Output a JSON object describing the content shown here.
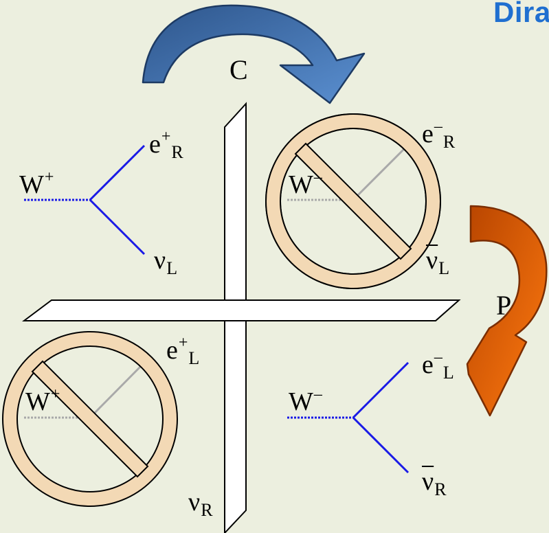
{
  "title": "Dirac",
  "operators": {
    "c": "C",
    "p": "P"
  },
  "quadrants": {
    "top_left": {
      "boson": "W",
      "boson_charge": "+",
      "upper_particle": "e",
      "upper_charge": "+",
      "upper_helicity": "R",
      "lower_particle": "ν",
      "lower_helicity": "L",
      "forbidden": false
    },
    "top_right": {
      "boson": "W",
      "boson_charge": "–",
      "upper_particle": "e",
      "upper_charge": "–",
      "upper_helicity": "R",
      "lower_particle": "ν",
      "lower_helicity": "L",
      "lower_antiparticle": true,
      "forbidden": true
    },
    "bottom_left": {
      "boson": "W",
      "boson_charge": "+",
      "upper_particle": "e",
      "upper_charge": "+",
      "upper_helicity": "L",
      "lower_particle": "ν",
      "lower_helicity": "R",
      "forbidden": true
    },
    "bottom_right": {
      "boson": "W",
      "boson_charge": "–",
      "upper_particle": "e",
      "upper_charge": "–",
      "upper_helicity": "L",
      "lower_particle": "ν",
      "lower_helicity": "R",
      "lower_antiparticle": true,
      "forbidden": false
    }
  },
  "colors": {
    "background": "#ecefdf",
    "title": "#1f6fd0",
    "fermion_line": "#1a1ae6",
    "c_arrow": "#3e6fae",
    "p_arrow": "#e0600c",
    "forbidden_ring": "#f3d9b5"
  }
}
